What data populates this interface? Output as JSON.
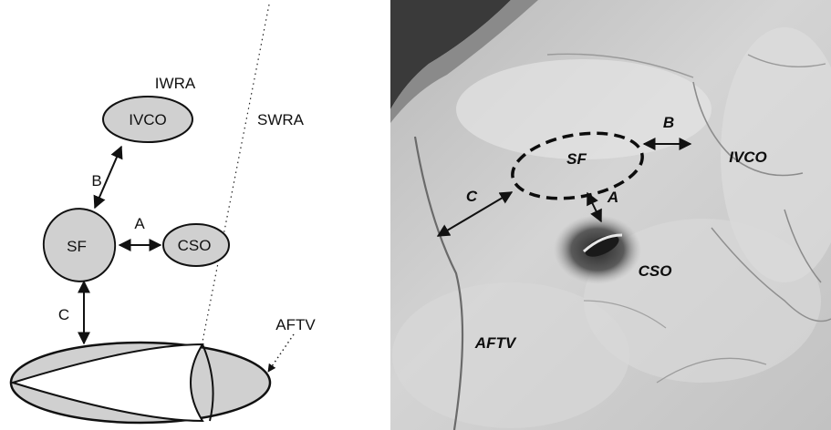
{
  "schematic": {
    "labels": {
      "iwra": "IWRA",
      "swra": "SWRA",
      "ivco": "IVCO",
      "sf": "SF",
      "cso": "CSO",
      "a": "A",
      "b": "B",
      "c": "C",
      "aftv": "AFTV"
    }
  },
  "photo": {
    "labels": {
      "sf": "SF",
      "ivco": "IVCO",
      "cso": "CSO",
      "aftv": "AFTV",
      "a": "A",
      "b": "B",
      "c": "C"
    }
  },
  "colors": {
    "structure_fill": "#d0d0d0",
    "stroke": "#111111",
    "photo_background": "#c7c7c7"
  }
}
